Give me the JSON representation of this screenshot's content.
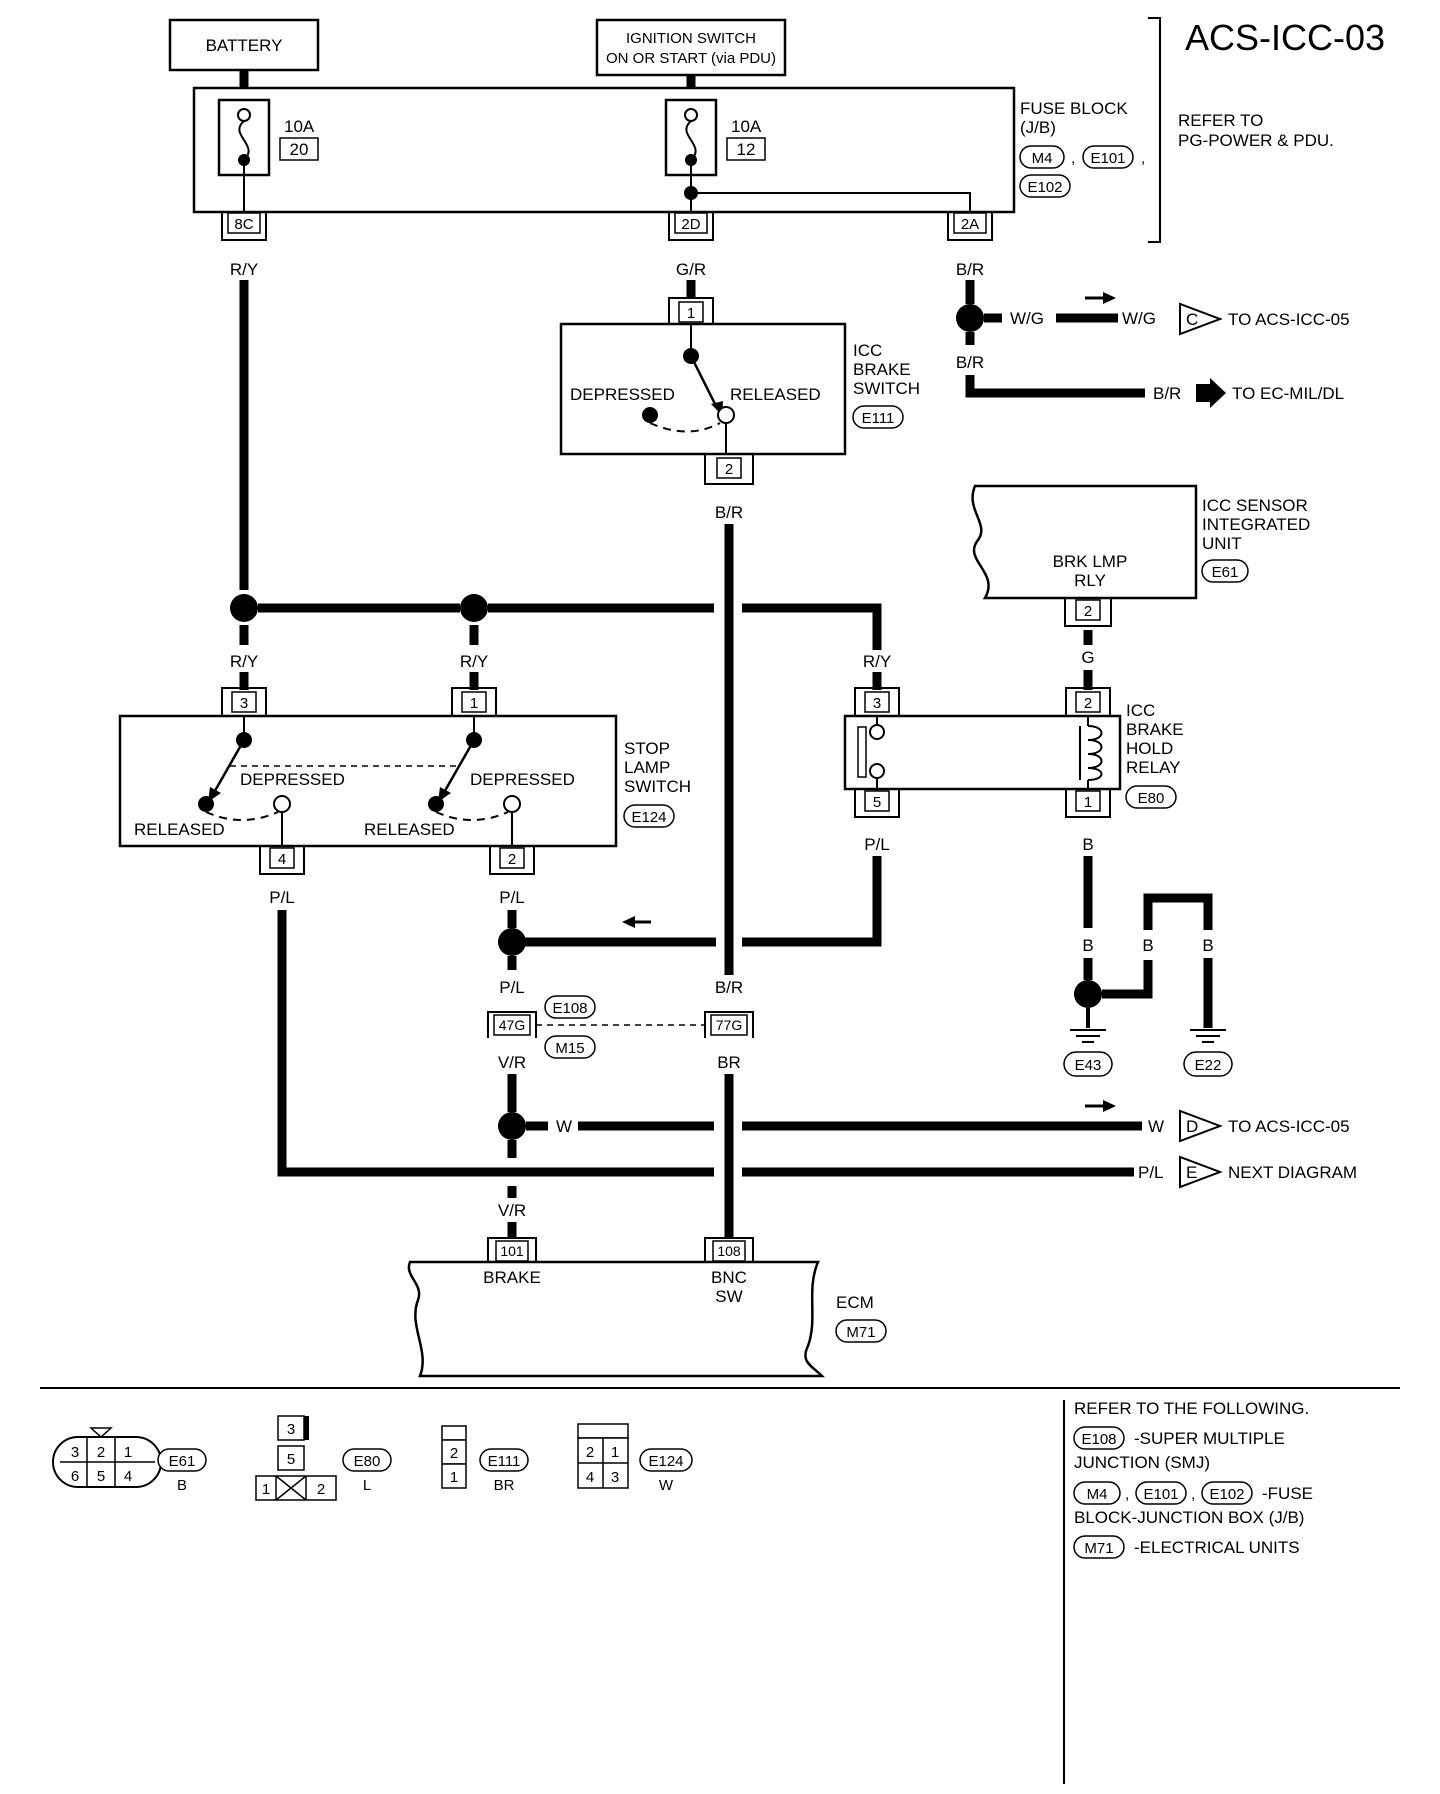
{
  "page_id": "ACS-ICC-03",
  "refer_note": [
    "REFER TO",
    "PG-POWER & PDU."
  ],
  "battery": "BATTERY",
  "ignition": [
    "IGNITION SWITCH",
    "ON OR START (via PDU)"
  ],
  "fuse_block": {
    "label": [
      "FUSE BLOCK",
      "(J/B)"
    ],
    "connectors": [
      "M4",
      "E101",
      "E102"
    ],
    "fuse_left": {
      "amp": "10A",
      "num": "20"
    },
    "fuse_right": {
      "amp": "10A",
      "num": "12"
    },
    "pins": [
      "8C",
      "2D",
      "2A"
    ]
  },
  "wires": {
    "ry": "R/Y",
    "gr": "G/R",
    "br": "B/R",
    "wg": "W/G",
    "pl": "P/L",
    "g": "G",
    "b": "B",
    "vr": "V/R",
    "brn": "BR",
    "w": "W"
  },
  "offpage": {
    "c": {
      "letter": "C",
      "text": "TO ACS-ICC-05"
    },
    "ecmil": "TO EC-MIL/DL",
    "d": {
      "letter": "D",
      "text": "TO ACS-ICC-05"
    },
    "e": {
      "letter": "E",
      "text": "NEXT DIAGRAM"
    }
  },
  "icc_brake_switch": {
    "label": [
      "ICC",
      "BRAKE",
      "SWITCH"
    ],
    "conn": "E111",
    "depressed": "DEPRESSED",
    "released": "RELEASED",
    "pin_in": "1",
    "pin_out": "2"
  },
  "icc_sensor": {
    "label": [
      "ICC SENSOR",
      "INTEGRATED",
      "UNIT"
    ],
    "conn": "E61",
    "term": [
      "BRK LMP",
      "RLY"
    ],
    "pin": "2"
  },
  "stop_lamp": {
    "label": [
      "STOP",
      "LAMP",
      "SWITCH"
    ],
    "conn": "E124",
    "depressed": "DEPRESSED",
    "released": "RELEASED",
    "pins": [
      "3",
      "1",
      "4",
      "2"
    ]
  },
  "relay": {
    "label": [
      "ICC",
      "BRAKE",
      "HOLD",
      "RELAY"
    ],
    "conn": "E80",
    "pins": [
      "3",
      "2",
      "5",
      "1"
    ]
  },
  "smj": {
    "conn_top": "E108",
    "conn_bot": "M15",
    "pin_left": "47G",
    "pin_right": "77G"
  },
  "grounds": [
    "E43",
    "E22"
  ],
  "ecm": {
    "label": "ECM",
    "conn": "M71",
    "pin_brake": "101",
    "brake": "BRAKE",
    "pin_bnc": "108",
    "bnc": [
      "BNC",
      "SW"
    ]
  },
  "legend": {
    "e61": {
      "name": "E61",
      "color": "B",
      "pins_top": [
        "3",
        "2",
        "1"
      ],
      "pins_bot": [
        "6",
        "5",
        "4"
      ]
    },
    "e80": {
      "name": "E80",
      "color": "L",
      "pins": [
        "3",
        "5",
        "1",
        "2"
      ]
    },
    "e111": {
      "name": "E111",
      "color": "BR",
      "pins": [
        "2",
        "1"
      ]
    },
    "e124": {
      "name": "E124",
      "color": "W",
      "pins_top": [
        "2",
        "1"
      ],
      "pins_bot": [
        "4",
        "3"
      ]
    }
  },
  "refer_following": {
    "title": "REFER TO THE FOLLOWING.",
    "items": [
      {
        "conns": [
          "E108"
        ],
        "text": [
          "-SUPER MULTIPLE",
          "JUNCTION (SMJ)"
        ]
      },
      {
        "conns": [
          "M4",
          "E101",
          "E102"
        ],
        "text": [
          "-FUSE",
          "BLOCK-JUNCTION BOX (J/B)"
        ]
      },
      {
        "conns": [
          "M71"
        ],
        "text": [
          "-ELECTRICAL UNITS"
        ]
      }
    ]
  }
}
